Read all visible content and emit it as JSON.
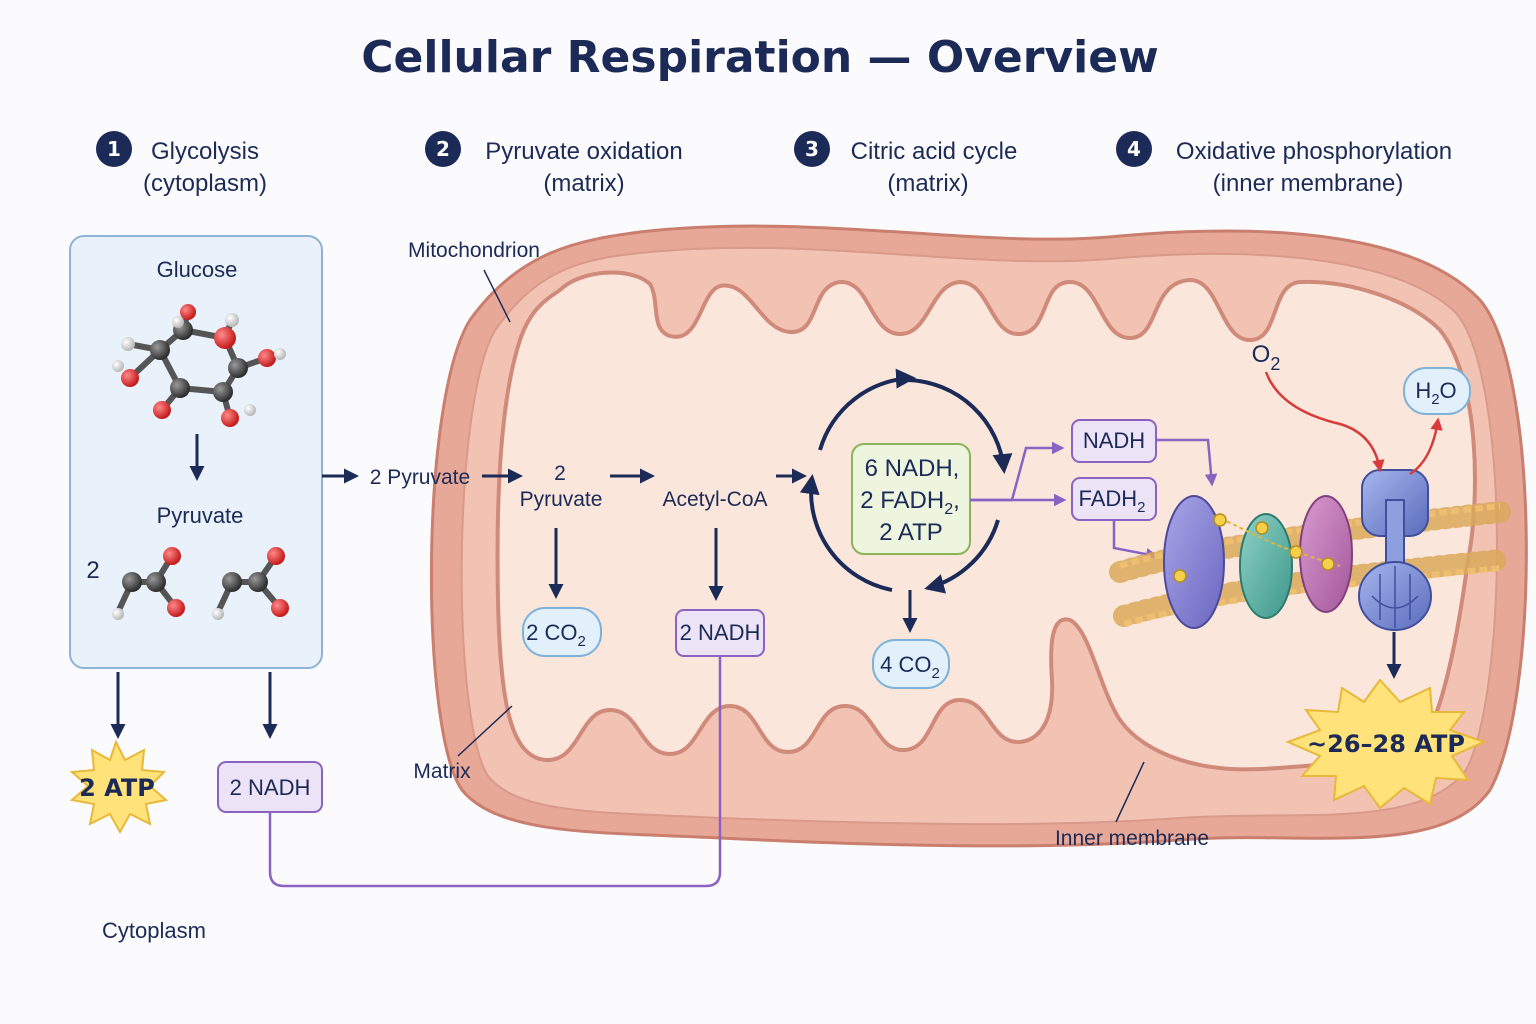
{
  "title": "Cellular Respiration — Overview",
  "steps": [
    {
      "num": "1",
      "name": "Glycolysis",
      "location": "(cytoplasm)"
    },
    {
      "num": "2",
      "name": "Pyruvate oxidation",
      "location": "(matrix)"
    },
    {
      "num": "3",
      "name": "Citric acid cycle",
      "location": "(matrix)"
    },
    {
      "num": "4",
      "name": "Oxidative phosphorylation",
      "location": "(inner membrane)"
    }
  ],
  "glycolysis": {
    "glucose_label": "Glucose",
    "pyruvate_label": "Pyruvate",
    "pyruvate_count": "2",
    "atp_yield": "2 ATP",
    "nadh_yield": "2 NADH"
  },
  "labels": {
    "mitochondrion": "Mitochondrion",
    "matrix": "Matrix",
    "inner_membrane": "Inner membrane",
    "cytoplasm": "Cytoplasm"
  },
  "pyruvate_oxidation": {
    "transport_label": "2 Pyruvate",
    "pyruvate_count": "2",
    "pyruvate_label": "Pyruvate",
    "co2": "2 CO",
    "co2_sub": "2",
    "product": "Acetyl-CoA",
    "nadh": "2 NADH"
  },
  "citric_acid_cycle": {
    "line1": "6 NADH,",
    "line2_prefix": "2 FADH",
    "line2_sub": "2",
    "line2_suffix": ",",
    "line3": "2 ATP",
    "co2": "4 CO",
    "co2_sub": "2"
  },
  "oxidative_phosphorylation": {
    "nadh": "NADH",
    "fadh_prefix": "FADH",
    "fadh_sub": "2",
    "o2": "O",
    "o2_sub": "2",
    "water_h": "H",
    "water_sub": "2",
    "water_o": "O",
    "atp_yield": "~26–28 ATP"
  },
  "colors": {
    "navy": "#1b2a57",
    "nadh_purple": "#8a63c2",
    "nadh_fill": "#ece3f7",
    "co2_fill": "#e2f0fb",
    "co2_stroke": "#7fb2d8",
    "cycle_fill": "#eef5df",
    "cycle_stroke": "#8bb35a",
    "atp_star": "#ffe27a",
    "mito_outer": "#e39a8a",
    "mito_matrix": "#fbe6dc",
    "o2_arrow": "#d93a3a"
  }
}
